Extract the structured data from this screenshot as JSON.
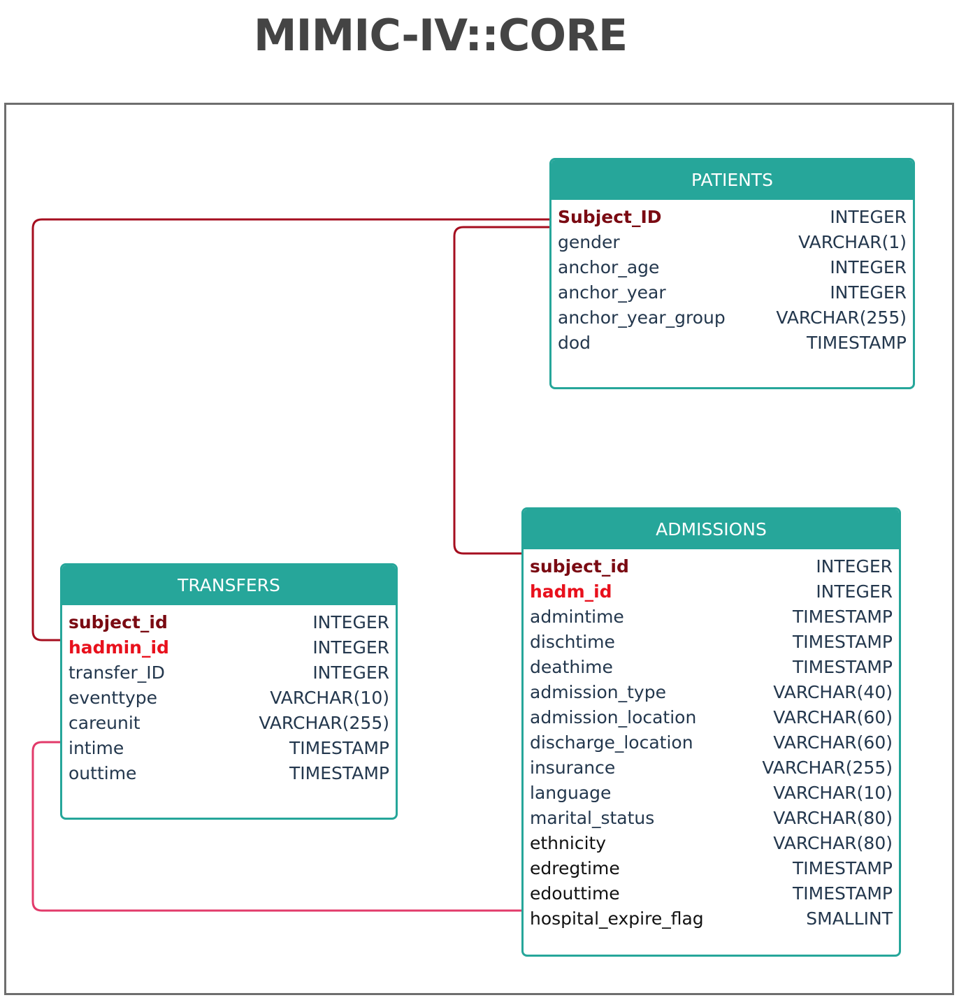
{
  "title": "MIMIC-IV::CORE",
  "colors": {
    "header": "#26a69a",
    "border": "#26a69a",
    "primary_key": "#7a0a12",
    "foreign_key": "#e8101c",
    "link_subject": "#a50e1f",
    "link_time": "#e23a6a",
    "text": "#23374d"
  },
  "tables": {
    "patients": {
      "name": "PATIENTS",
      "fields": [
        {
          "name": "Subject_ID",
          "type": "INTEGER",
          "role": "pk"
        },
        {
          "name": "gender",
          "type": "VARCHAR(1)",
          "role": ""
        },
        {
          "name": "anchor_age",
          "type": "INTEGER",
          "role": ""
        },
        {
          "name": "anchor_year",
          "type": "INTEGER",
          "role": ""
        },
        {
          "name": "anchor_year_group",
          "type": "VARCHAR(255)",
          "role": ""
        },
        {
          "name": "dod",
          "type": "TIMESTAMP",
          "role": ""
        }
      ]
    },
    "admissions": {
      "name": "ADMISSIONS",
      "fields": [
        {
          "name": "subject_id",
          "type": "INTEGER",
          "role": "pk"
        },
        {
          "name": "hadm_id",
          "type": "INTEGER",
          "role": "fk"
        },
        {
          "name": "admintime",
          "type": "TIMESTAMP",
          "role": ""
        },
        {
          "name": "dischtime",
          "type": "TIMESTAMP",
          "role": ""
        },
        {
          "name": "deathime",
          "type": "TIMESTAMP",
          "role": ""
        },
        {
          "name": "admission_type",
          "type": "VARCHAR(40)",
          "role": ""
        },
        {
          "name": "admission_location",
          "type": "VARCHAR(60)",
          "role": ""
        },
        {
          "name": "discharge_location",
          "type": "VARCHAR(60)",
          "role": ""
        },
        {
          "name": "insurance",
          "type": "VARCHAR(255)",
          "role": ""
        },
        {
          "name": "language",
          "type": "VARCHAR(10)",
          "role": ""
        },
        {
          "name": "marital_status",
          "type": "VARCHAR(80)",
          "role": ""
        },
        {
          "name": "ethnicity",
          "type": "VARCHAR(80)",
          "role": "dark"
        },
        {
          "name": "edregtime",
          "type": "TIMESTAMP",
          "role": "dark"
        },
        {
          "name": "edouttime",
          "type": "TIMESTAMP",
          "role": "dark"
        },
        {
          "name": "hospital_expire_flag",
          "type": "SMALLINT",
          "role": "dark"
        }
      ]
    },
    "transfers": {
      "name": "TRANSFERS",
      "fields": [
        {
          "name": "subject_id",
          "type": "INTEGER",
          "role": "pk"
        },
        {
          "name": "hadmin_id",
          "type": "INTEGER",
          "role": "fk"
        },
        {
          "name": "transfer_ID",
          "type": "INTEGER",
          "role": ""
        },
        {
          "name": "eventtype",
          "type": "VARCHAR(10)",
          "role": ""
        },
        {
          "name": "careunit",
          "type": "VARCHAR(255)",
          "role": ""
        },
        {
          "name": "intime",
          "type": "TIMESTAMP",
          "role": ""
        },
        {
          "name": "outtime",
          "type": "TIMESTAMP",
          "role": ""
        }
      ]
    }
  },
  "links": [
    {
      "from": "patients.Subject_ID",
      "to": "transfers.hadmin_id"
    },
    {
      "from": "patients.Subject_ID",
      "to": "admissions.subject_id"
    },
    {
      "from": "transfers.intime",
      "to": "admissions.hospital_expire_flag"
    }
  ]
}
